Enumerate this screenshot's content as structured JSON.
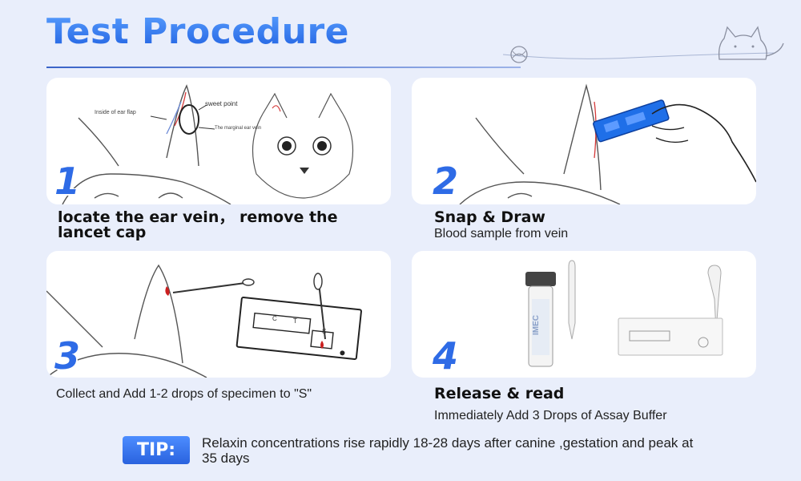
{
  "title": "Test Procedure",
  "colors": {
    "accent": "#2e6be6",
    "background": "#e9eefb",
    "card": "#ffffff",
    "blood": "#cc1f1f",
    "lancet": "#1f6fe8"
  },
  "steps": [
    {
      "number": "1",
      "title_line1": "locate the ear vein，  remove the",
      "title_line2": "lancet cap",
      "annotations": {
        "inside": "Inside of ear flap",
        "sweet": "sweet point",
        "marginal": "The marginal ear vein"
      }
    },
    {
      "number": "2",
      "title": "Snap & Draw",
      "subtitle": "Blood sample from vein"
    },
    {
      "number": "3",
      "title": "Collect and Add 1-2 drops of specimen to \"S\"",
      "cassette": {
        "c": "C",
        "t": "T",
        "s": "S"
      }
    },
    {
      "number": "4",
      "title": "Release & read",
      "subtitle": "Immediately Add 3 Drops of Assay Buffer",
      "tube_label": "IMEC"
    }
  ],
  "tip": {
    "badge": "TIP:",
    "text": "Relaxin concentrations rise rapidly 18-28 days after canine ,gestation and peak at 35 days"
  }
}
